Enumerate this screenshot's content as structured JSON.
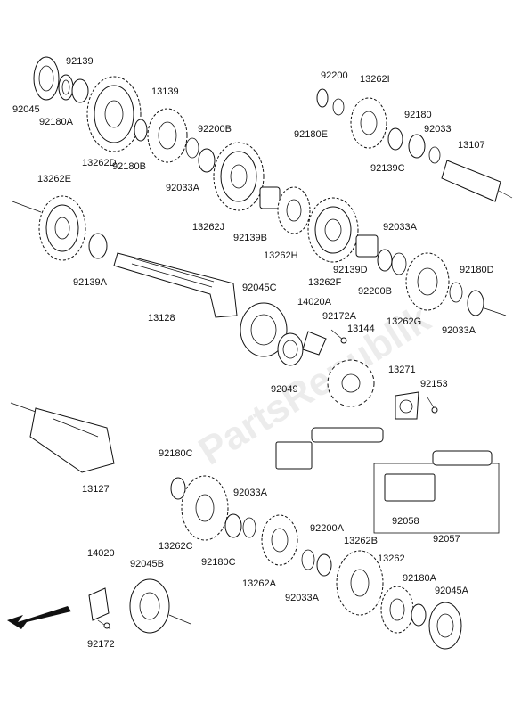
{
  "watermark": "PartsRepublik",
  "labels": {
    "p92139": "92139",
    "p92045": "92045",
    "p92180A": "92180A",
    "p13139": "13139",
    "p13262D": "13262D",
    "p92180B": "92180B",
    "p92200B_top": "92200B",
    "p92033A_top": "92033A",
    "p13262J": "13262J",
    "p92200": "92200",
    "p13262I": "13262I",
    "p92180E": "92180E",
    "p92180": "92180",
    "p92033": "92033",
    "p92139C": "92139C",
    "p13107": "13107",
    "p13262E": "13262E",
    "p92139A": "92139A",
    "p92139B": "92139B",
    "p13262H": "13262H",
    "p13262F": "13262F",
    "p92139D": "92139D",
    "p92033A_mid": "92033A",
    "p92200B_mid": "92200B",
    "p92180D": "92180D",
    "p13262G": "13262G",
    "p92033A_right": "92033A",
    "p13128": "13128",
    "p92045C": "92045C",
    "p14020A": "14020A",
    "p92172A": "92172A",
    "p13144": "13144",
    "p92049": "92049",
    "p13271": "13271",
    "p92153": "92153",
    "p13127": "13127",
    "p92180C_top": "92180C",
    "p92033A_low": "92033A",
    "p13262C": "13262C",
    "p92180C_low": "92180C",
    "p92058": "92058",
    "p92057": "92057",
    "p92200A": "92200A",
    "p13262B": "13262B",
    "p13262": "13262",
    "p13262A": "13262A",
    "p92033A_bottom": "92033A",
    "p92180A_low": "92180A",
    "p92045A": "92045A",
    "p14020": "14020",
    "p92045B": "92045B",
    "p92172": "92172"
  }
}
